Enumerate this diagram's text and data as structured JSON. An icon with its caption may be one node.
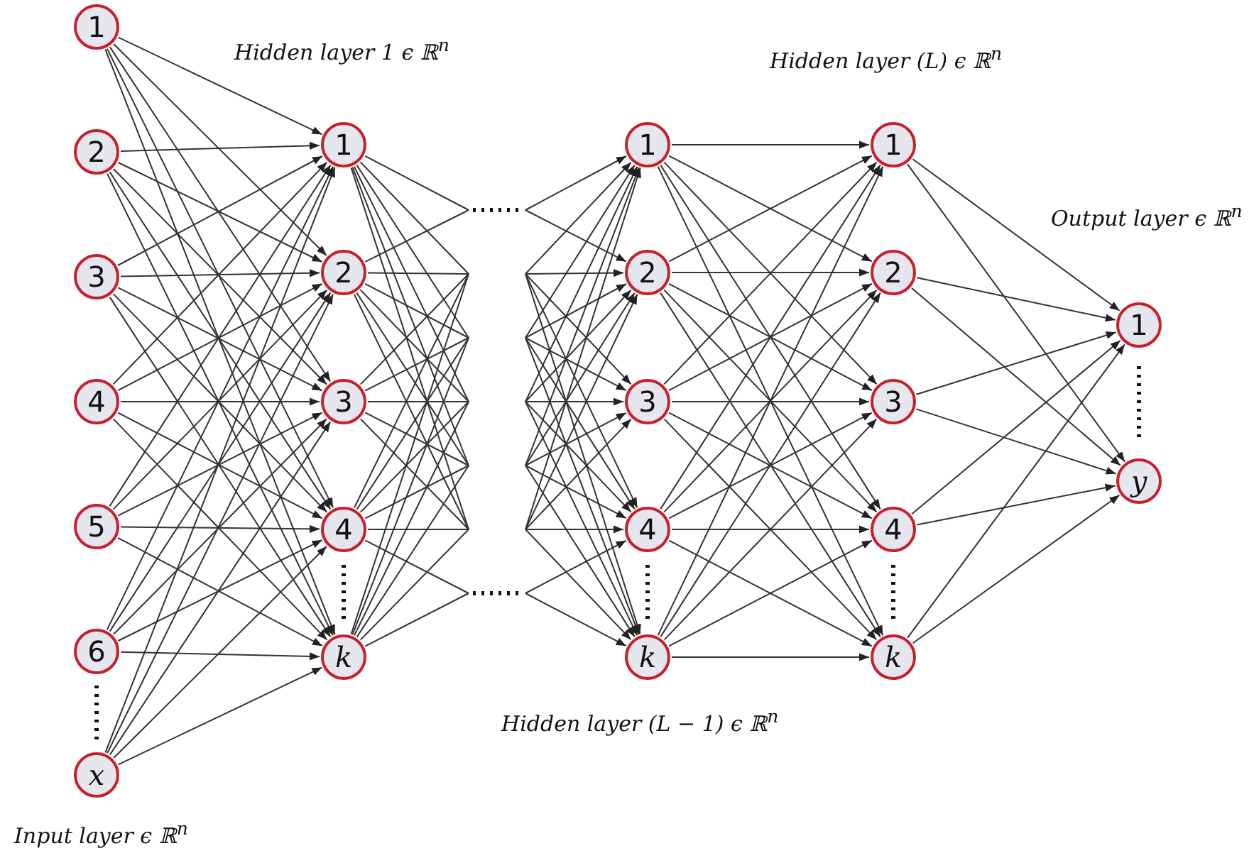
{
  "diagram": {
    "nodes": [
      {
        "text": [
          "1"
        ]
      },
      {
        "text": [
          "2"
        ]
      },
      {
        "text": [
          "3"
        ]
      },
      {
        "text": [
          "4"
        ]
      },
      {
        "text": [
          "5"
        ]
      },
      {
        "text": [
          "6"
        ]
      },
      {
        "text": [
          "x"
        ]
      },
      {
        "text": [
          "1"
        ]
      },
      {
        "text": [
          "2"
        ]
      },
      {
        "text": [
          "3"
        ]
      },
      {
        "text": [
          "4"
        ]
      },
      {
        "text": [
          "k"
        ]
      },
      {
        "text": [
          "1"
        ]
      },
      {
        "text": [
          "2"
        ]
      },
      {
        "text": [
          "3"
        ]
      },
      {
        "text": [
          "4"
        ]
      },
      {
        "text": [
          "k"
        ]
      },
      {
        "text": [
          "1"
        ]
      },
      {
        "text": [
          "2"
        ]
      },
      {
        "text": [
          "3"
        ]
      },
      {
        "text": [
          "4"
        ]
      },
      {
        "text": [
          "k"
        ]
      },
      {
        "text": [
          "1"
        ]
      },
      {
        "text": [
          "y"
        ]
      }
    ],
    "edges": [
      {
        "from": 0,
        "to": 7,
        "arrow": "to"
      },
      {
        "from": 0,
        "to": 8,
        "arrow": "to"
      },
      {
        "from": 0,
        "to": 9,
        "arrow": "to"
      },
      {
        "from": 0,
        "to": 10,
        "arrow": "to"
      },
      {
        "from": 0,
        "to": 11,
        "arrow": "to"
      },
      {
        "from": 1,
        "to": 7,
        "arrow": "to"
      },
      {
        "from": 1,
        "to": 8,
        "arrow": "to"
      },
      {
        "from": 1,
        "to": 9,
        "arrow": "to"
      },
      {
        "from": 1,
        "to": 10,
        "arrow": "to"
      },
      {
        "from": 1,
        "to": 11,
        "arrow": "to"
      },
      {
        "from": 2,
        "to": 7,
        "arrow": "to"
      },
      {
        "from": 2,
        "to": 8,
        "arrow": "to"
      },
      {
        "from": 2,
        "to": 9,
        "arrow": "to"
      },
      {
        "from": 2,
        "to": 10,
        "arrow": "to"
      },
      {
        "from": 2,
        "to": 11,
        "arrow": "to"
      },
      {
        "from": 3,
        "to": 7,
        "arrow": "to"
      },
      {
        "from": 3,
        "to": 8,
        "arrow": "to"
      },
      {
        "from": 3,
        "to": 9,
        "arrow": "to"
      },
      {
        "from": 3,
        "to": 10,
        "arrow": "to"
      },
      {
        "from": 3,
        "to": 11,
        "arrow": "to"
      },
      {
        "from": 4,
        "to": 7,
        "arrow": "to"
      },
      {
        "from": 4,
        "to": 8,
        "arrow": "to"
      },
      {
        "from": 4,
        "to": 9,
        "arrow": "to"
      },
      {
        "from": 4,
        "to": 10,
        "arrow": "to"
      },
      {
        "from": 4,
        "to": 11,
        "arrow": "to"
      },
      {
        "from": 5,
        "to": 7,
        "arrow": "to"
      },
      {
        "from": 5,
        "to": 8,
        "arrow": "to"
      },
      {
        "from": 5,
        "to": 9,
        "arrow": "to"
      },
      {
        "from": 5,
        "to": 10,
        "arrow": "to"
      },
      {
        "from": 5,
        "to": 11,
        "arrow": "to"
      },
      {
        "from": 6,
        "to": 7,
        "arrow": "to"
      },
      {
        "from": 6,
        "to": 8,
        "arrow": "to"
      },
      {
        "from": 6,
        "to": 9,
        "arrow": "to"
      },
      {
        "from": 6,
        "to": 10,
        "arrow": "to"
      },
      {
        "from": 6,
        "to": 11,
        "arrow": "to"
      },
      {
        "from": 7,
        "to": null,
        "arrow": "none"
      },
      {
        "from": 7,
        "to": null,
        "arrow": "none"
      },
      {
        "from": 7,
        "to": null,
        "arrow": "none"
      },
      {
        "from": 7,
        "to": null,
        "arrow": "none"
      },
      {
        "from": 7,
        "to": null,
        "arrow": "none"
      },
      {
        "from": 7,
        "to": null,
        "arrow": "none"
      },
      {
        "from": 8,
        "to": null,
        "arrow": "none"
      },
      {
        "from": 8,
        "to": null,
        "arrow": "none"
      },
      {
        "from": 8,
        "to": null,
        "arrow": "none"
      },
      {
        "from": 8,
        "to": null,
        "arrow": "none"
      },
      {
        "from": 8,
        "to": null,
        "arrow": "none"
      },
      {
        "from": 8,
        "to": null,
        "arrow": "none"
      },
      {
        "from": 9,
        "to": null,
        "arrow": "none"
      },
      {
        "from": 9,
        "to": null,
        "arrow": "none"
      },
      {
        "from": 9,
        "to": null,
        "arrow": "none"
      },
      {
        "from": 9,
        "to": null,
        "arrow": "none"
      },
      {
        "from": 9,
        "to": null,
        "arrow": "none"
      },
      {
        "from": 10,
        "to": null,
        "arrow": "none"
      },
      {
        "from": 10,
        "to": null,
        "arrow": "none"
      },
      {
        "from": 10,
        "to": null,
        "arrow": "none"
      },
      {
        "from": 10,
        "to": null,
        "arrow": "none"
      },
      {
        "from": 10,
        "to": null,
        "arrow": "none"
      },
      {
        "from": 10,
        "to": null,
        "arrow": "none"
      },
      {
        "from": 11,
        "to": null,
        "arrow": "none"
      },
      {
        "from": 11,
        "to": null,
        "arrow": "none"
      },
      {
        "from": 11,
        "to": null,
        "arrow": "none"
      },
      {
        "from": 11,
        "to": null,
        "arrow": "none"
      },
      {
        "from": 11,
        "to": null,
        "arrow": "none"
      },
      {
        "from": 11,
        "to": null,
        "arrow": "none"
      },
      {
        "from": null,
        "to": 12,
        "arrow": "to"
      },
      {
        "from": null,
        "to": 12,
        "arrow": "to"
      },
      {
        "from": null,
        "to": 12,
        "arrow": "to"
      },
      {
        "from": null,
        "to": 12,
        "arrow": "to"
      },
      {
        "from": null,
        "to": 12,
        "arrow": "to"
      },
      {
        "from": null,
        "to": 12,
        "arrow": "to"
      },
      {
        "from": null,
        "to": 13,
        "arrow": "to"
      },
      {
        "from": null,
        "to": 13,
        "arrow": "to"
      },
      {
        "from": null,
        "to": 13,
        "arrow": "to"
      },
      {
        "from": null,
        "to": 13,
        "arrow": "to"
      },
      {
        "from": null,
        "to": 13,
        "arrow": "to"
      },
      {
        "from": null,
        "to": 13,
        "arrow": "to"
      },
      {
        "from": null,
        "to": 14,
        "arrow": "to"
      },
      {
        "from": null,
        "to": 14,
        "arrow": "to"
      },
      {
        "from": null,
        "to": 14,
        "arrow": "to"
      },
      {
        "from": null,
        "to": 14,
        "arrow": "to"
      },
      {
        "from": null,
        "to": 14,
        "arrow": "to"
      },
      {
        "from": null,
        "to": 15,
        "arrow": "to"
      },
      {
        "from": null,
        "to": 15,
        "arrow": "to"
      },
      {
        "from": null,
        "to": 15,
        "arrow": "to"
      },
      {
        "from": null,
        "to": 15,
        "arrow": "to"
      },
      {
        "from": null,
        "to": 15,
        "arrow": "to"
      },
      {
        "from": null,
        "to": 15,
        "arrow": "to"
      },
      {
        "from": null,
        "to": 16,
        "arrow": "to"
      },
      {
        "from": null,
        "to": 16,
        "arrow": "to"
      },
      {
        "from": null,
        "to": 16,
        "arrow": "to"
      },
      {
        "from": null,
        "to": 16,
        "arrow": "to"
      },
      {
        "from": null,
        "to": 16,
        "arrow": "to"
      },
      {
        "from": null,
        "to": 16,
        "arrow": "to"
      },
      {
        "from": 12,
        "to": 17,
        "arrow": "to"
      },
      {
        "from": 12,
        "to": 18,
        "arrow": "to"
      },
      {
        "from": 12,
        "to": 19,
        "arrow": "to"
      },
      {
        "from": 12,
        "to": 20,
        "arrow": "to"
      },
      {
        "from": 12,
        "to": 21,
        "arrow": "to"
      },
      {
        "from": 13,
        "to": 17,
        "arrow": "to"
      },
      {
        "from": 13,
        "to": 18,
        "arrow": "to"
      },
      {
        "from": 13,
        "to": 19,
        "arrow": "to"
      },
      {
        "from": 13,
        "to": 20,
        "arrow": "to"
      },
      {
        "from": 13,
        "to": 21,
        "arrow": "to"
      },
      {
        "from": 14,
        "to": 17,
        "arrow": "to"
      },
      {
        "from": 14,
        "to": 18,
        "arrow": "to"
      },
      {
        "from": 14,
        "to": 19,
        "arrow": "to"
      },
      {
        "from": 14,
        "to": 20,
        "arrow": "to"
      },
      {
        "from": 14,
        "to": 21,
        "arrow": "to"
      },
      {
        "from": 15,
        "to": 17,
        "arrow": "to"
      },
      {
        "from": 15,
        "to": 18,
        "arrow": "to"
      },
      {
        "from": 15,
        "to": 19,
        "arrow": "to"
      },
      {
        "from": 15,
        "to": 20,
        "arrow": "to"
      },
      {
        "from": 15,
        "to": 21,
        "arrow": "to"
      },
      {
        "from": 16,
        "to": 17,
        "arrow": "to"
      },
      {
        "from": 16,
        "to": 18,
        "arrow": "to"
      },
      {
        "from": 16,
        "to": 19,
        "arrow": "to"
      },
      {
        "from": 16,
        "to": 20,
        "arrow": "to"
      },
      {
        "from": 16,
        "to": 21,
        "arrow": "to"
      },
      {
        "from": 17,
        "to": 22,
        "arrow": "to"
      },
      {
        "from": 17,
        "to": 23,
        "arrow": "to"
      },
      {
        "from": 18,
        "to": 22,
        "arrow": "to"
      },
      {
        "from": 18,
        "to": 23,
        "arrow": "to"
      },
      {
        "from": 19,
        "to": 22,
        "arrow": "to"
      },
      {
        "from": 19,
        "to": 23,
        "arrow": "to"
      },
      {
        "from": 20,
        "to": 22,
        "arrow": "to"
      },
      {
        "from": 20,
        "to": 23,
        "arrow": "to"
      },
      {
        "from": 21,
        "to": 22,
        "arrow": "to"
      },
      {
        "from": 21,
        "to": 23,
        "arrow": "to"
      }
    ],
    "labels": [
      "Hidden layer 1 ϵ ℝ$^{n}$",
      "Hidden layer (L) ϵ ℝ$^{n}$",
      "Output layer ϵ ℝ$^{n}$",
      "Hidden layer (L − 1) ϵ ℝ$^{n}$",
      "Input layer ϵ ℝ$^{n}$"
    ]
  }
}
